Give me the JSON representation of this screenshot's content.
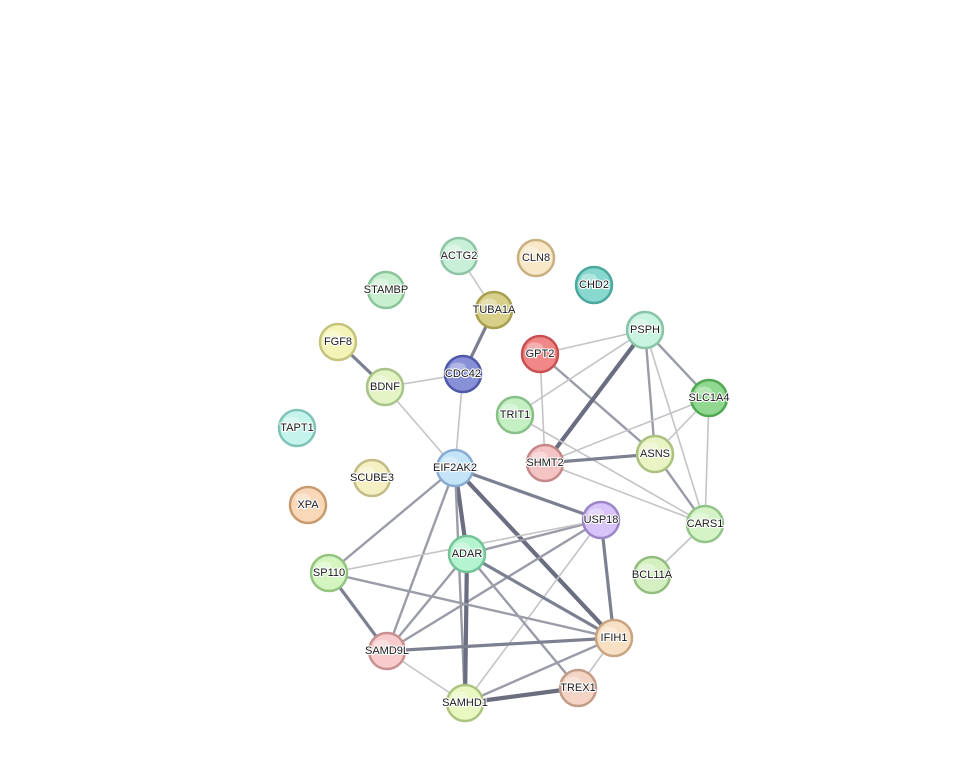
{
  "network": {
    "nodes": [
      {
        "id": "ACTG2",
        "label": "ACTG2",
        "fill": "#c8f0d8",
        "stroke": "#8fc4a5"
      },
      {
        "id": "CLN8",
        "label": "CLN8",
        "fill": "#f8e8c8",
        "stroke": "#c8b080"
      },
      {
        "id": "CHD2",
        "label": "CHD2",
        "fill": "#88d8d0",
        "stroke": "#4aa89e"
      },
      {
        "id": "STAMBP",
        "label": "STAMBP",
        "fill": "#c8f0d0",
        "stroke": "#8cc49a"
      },
      {
        "id": "TUBA1A",
        "label": "TUBA1A",
        "fill": "#d8d088",
        "stroke": "#a8a050"
      },
      {
        "id": "FGF8",
        "label": "FGF8",
        "fill": "#f4f4b8",
        "stroke": "#c4c47c"
      },
      {
        "id": "GPT2",
        "label": "GPT2",
        "fill": "#f08888",
        "stroke": "#c85050"
      },
      {
        "id": "PSPH",
        "label": "PSPH",
        "fill": "#c8f4e0",
        "stroke": "#88c4a8"
      },
      {
        "id": "CDC42",
        "label": "CDC42",
        "fill": "#8890d8",
        "stroke": "#5058a8"
      },
      {
        "id": "BDNF",
        "label": "BDNF",
        "fill": "#e4f4c4",
        "stroke": "#a8c488"
      },
      {
        "id": "SLC1A4",
        "label": "SLC1A4",
        "fill": "#90d890",
        "stroke": "#50a850"
      },
      {
        "id": "TRIT1",
        "label": "TRIT1",
        "fill": "#c4f0c4",
        "stroke": "#88c088"
      },
      {
        "id": "TAPT1",
        "label": "TAPT1",
        "fill": "#c4f4ec",
        "stroke": "#80c4b8"
      },
      {
        "id": "ASNS",
        "label": "ASNS",
        "fill": "#e8f4c4",
        "stroke": "#acc080"
      },
      {
        "id": "SHMT2",
        "label": "SHMT2",
        "fill": "#f4c4c4",
        "stroke": "#c48888"
      },
      {
        "id": "EIF2AK2",
        "label": "EIF2AK2",
        "fill": "#c4e4f8",
        "stroke": "#88acd0"
      },
      {
        "id": "SCUBE3",
        "label": "SCUBE3",
        "fill": "#f4f0c4",
        "stroke": "#c4bc88"
      },
      {
        "id": "XPA",
        "label": "XPA",
        "fill": "#f8d8b8",
        "stroke": "#c89c70"
      },
      {
        "id": "USP18",
        "label": "USP18",
        "fill": "#d8c4f8",
        "stroke": "#9c84c8"
      },
      {
        "id": "CARS1",
        "label": "CARS1",
        "fill": "#d4f4c8",
        "stroke": "#94c488"
      },
      {
        "id": "ADAR",
        "label": "ADAR",
        "fill": "#b4f4d0",
        "stroke": "#74c498"
      },
      {
        "id": "SP110",
        "label": "SP110",
        "fill": "#d4f4c0",
        "stroke": "#94c480"
      },
      {
        "id": "BCL11A",
        "label": "BCL11A",
        "fill": "#d4f0c0",
        "stroke": "#94bc80"
      },
      {
        "id": "IFIH1",
        "label": "IFIH1",
        "fill": "#f8e0c4",
        "stroke": "#c8a480"
      },
      {
        "id": "SAMD9L",
        "label": "SAMD9L",
        "fill": "#f8cccc",
        "stroke": "#c89090"
      },
      {
        "id": "TREX1",
        "label": "TREX1",
        "fill": "#f4d4c4",
        "stroke": "#c49c88"
      },
      {
        "id": "SAMHD1",
        "label": "SAMHD1",
        "fill": "#e8f8c0",
        "stroke": "#acc480"
      }
    ],
    "edges": [
      {
        "source": "ACTG2",
        "target": "TUBA1A",
        "weight": 1
      },
      {
        "source": "TUBA1A",
        "target": "CDC42",
        "weight": 3
      },
      {
        "source": "FGF8",
        "target": "BDNF",
        "weight": 3
      },
      {
        "source": "BDNF",
        "target": "CDC42",
        "weight": 1
      },
      {
        "source": "BDNF",
        "target": "EIF2AK2",
        "weight": 1
      },
      {
        "source": "CDC42",
        "target": "EIF2AK2",
        "weight": 1
      },
      {
        "source": "GPT2",
        "target": "PSPH",
        "weight": 1
      },
      {
        "source": "GPT2",
        "target": "ASNS",
        "weight": 2
      },
      {
        "source": "GPT2",
        "target": "SHMT2",
        "weight": 1
      },
      {
        "source": "PSPH",
        "target": "SHMT2",
        "weight": 4
      },
      {
        "source": "PSPH",
        "target": "TRIT1",
        "weight": 1
      },
      {
        "source": "PSPH",
        "target": "ASNS",
        "weight": 2
      },
      {
        "source": "PSPH",
        "target": "SLC1A4",
        "weight": 2
      },
      {
        "source": "PSPH",
        "target": "CARS1",
        "weight": 1
      },
      {
        "source": "SLC1A4",
        "target": "SHMT2",
        "weight": 1
      },
      {
        "source": "SLC1A4",
        "target": "ASNS",
        "weight": 1
      },
      {
        "source": "SLC1A4",
        "target": "CARS1",
        "weight": 1
      },
      {
        "source": "TRIT1",
        "target": "CARS1",
        "weight": 1
      },
      {
        "source": "SHMT2",
        "target": "ASNS",
        "weight": 3
      },
      {
        "source": "SHMT2",
        "target": "CARS1",
        "weight": 1
      },
      {
        "source": "ASNS",
        "target": "CARS1",
        "weight": 2
      },
      {
        "source": "CARS1",
        "target": "BCL11A",
        "weight": 1
      },
      {
        "source": "EIF2AK2",
        "target": "USP18",
        "weight": 3
      },
      {
        "source": "EIF2AK2",
        "target": "ADAR",
        "weight": 4
      },
      {
        "source": "EIF2AK2",
        "target": "IFIH1",
        "weight": 4
      },
      {
        "source": "EIF2AK2",
        "target": "SP110",
        "weight": 2
      },
      {
        "source": "EIF2AK2",
        "target": "SAMD9L",
        "weight": 2
      },
      {
        "source": "EIF2AK2",
        "target": "SAMHD1",
        "weight": 2
      },
      {
        "source": "USP18",
        "target": "ADAR",
        "weight": 2
      },
      {
        "source": "USP18",
        "target": "IFIH1",
        "weight": 3
      },
      {
        "source": "USP18",
        "target": "SAMD9L",
        "weight": 2
      },
      {
        "source": "USP18",
        "target": "SAMHD1",
        "weight": 1
      },
      {
        "source": "USP18",
        "target": "SP110",
        "weight": 1
      },
      {
        "source": "ADAR",
        "target": "SAMHD1",
        "weight": 4
      },
      {
        "source": "ADAR",
        "target": "IFIH1",
        "weight": 3
      },
      {
        "source": "ADAR",
        "target": "SAMD9L",
        "weight": 2
      },
      {
        "source": "ADAR",
        "target": "TREX1",
        "weight": 2
      },
      {
        "source": "SP110",
        "target": "SAMD9L",
        "weight": 3
      },
      {
        "source": "SP110",
        "target": "IFIH1",
        "weight": 2
      },
      {
        "source": "SAMD9L",
        "target": "IFIH1",
        "weight": 3
      },
      {
        "source": "SAMD9L",
        "target": "SAMHD1",
        "weight": 1
      },
      {
        "source": "IFIH1",
        "target": "SAMHD1",
        "weight": 2
      },
      {
        "source": "IFIH1",
        "target": "TREX1",
        "weight": 1
      },
      {
        "source": "SAMHD1",
        "target": "TREX1",
        "weight": 4
      }
    ],
    "edge_colors": {
      "1": "#c4c4c8",
      "2": "#9a9ca8",
      "3": "#7c8090",
      "4": "#6a6e80"
    }
  }
}
